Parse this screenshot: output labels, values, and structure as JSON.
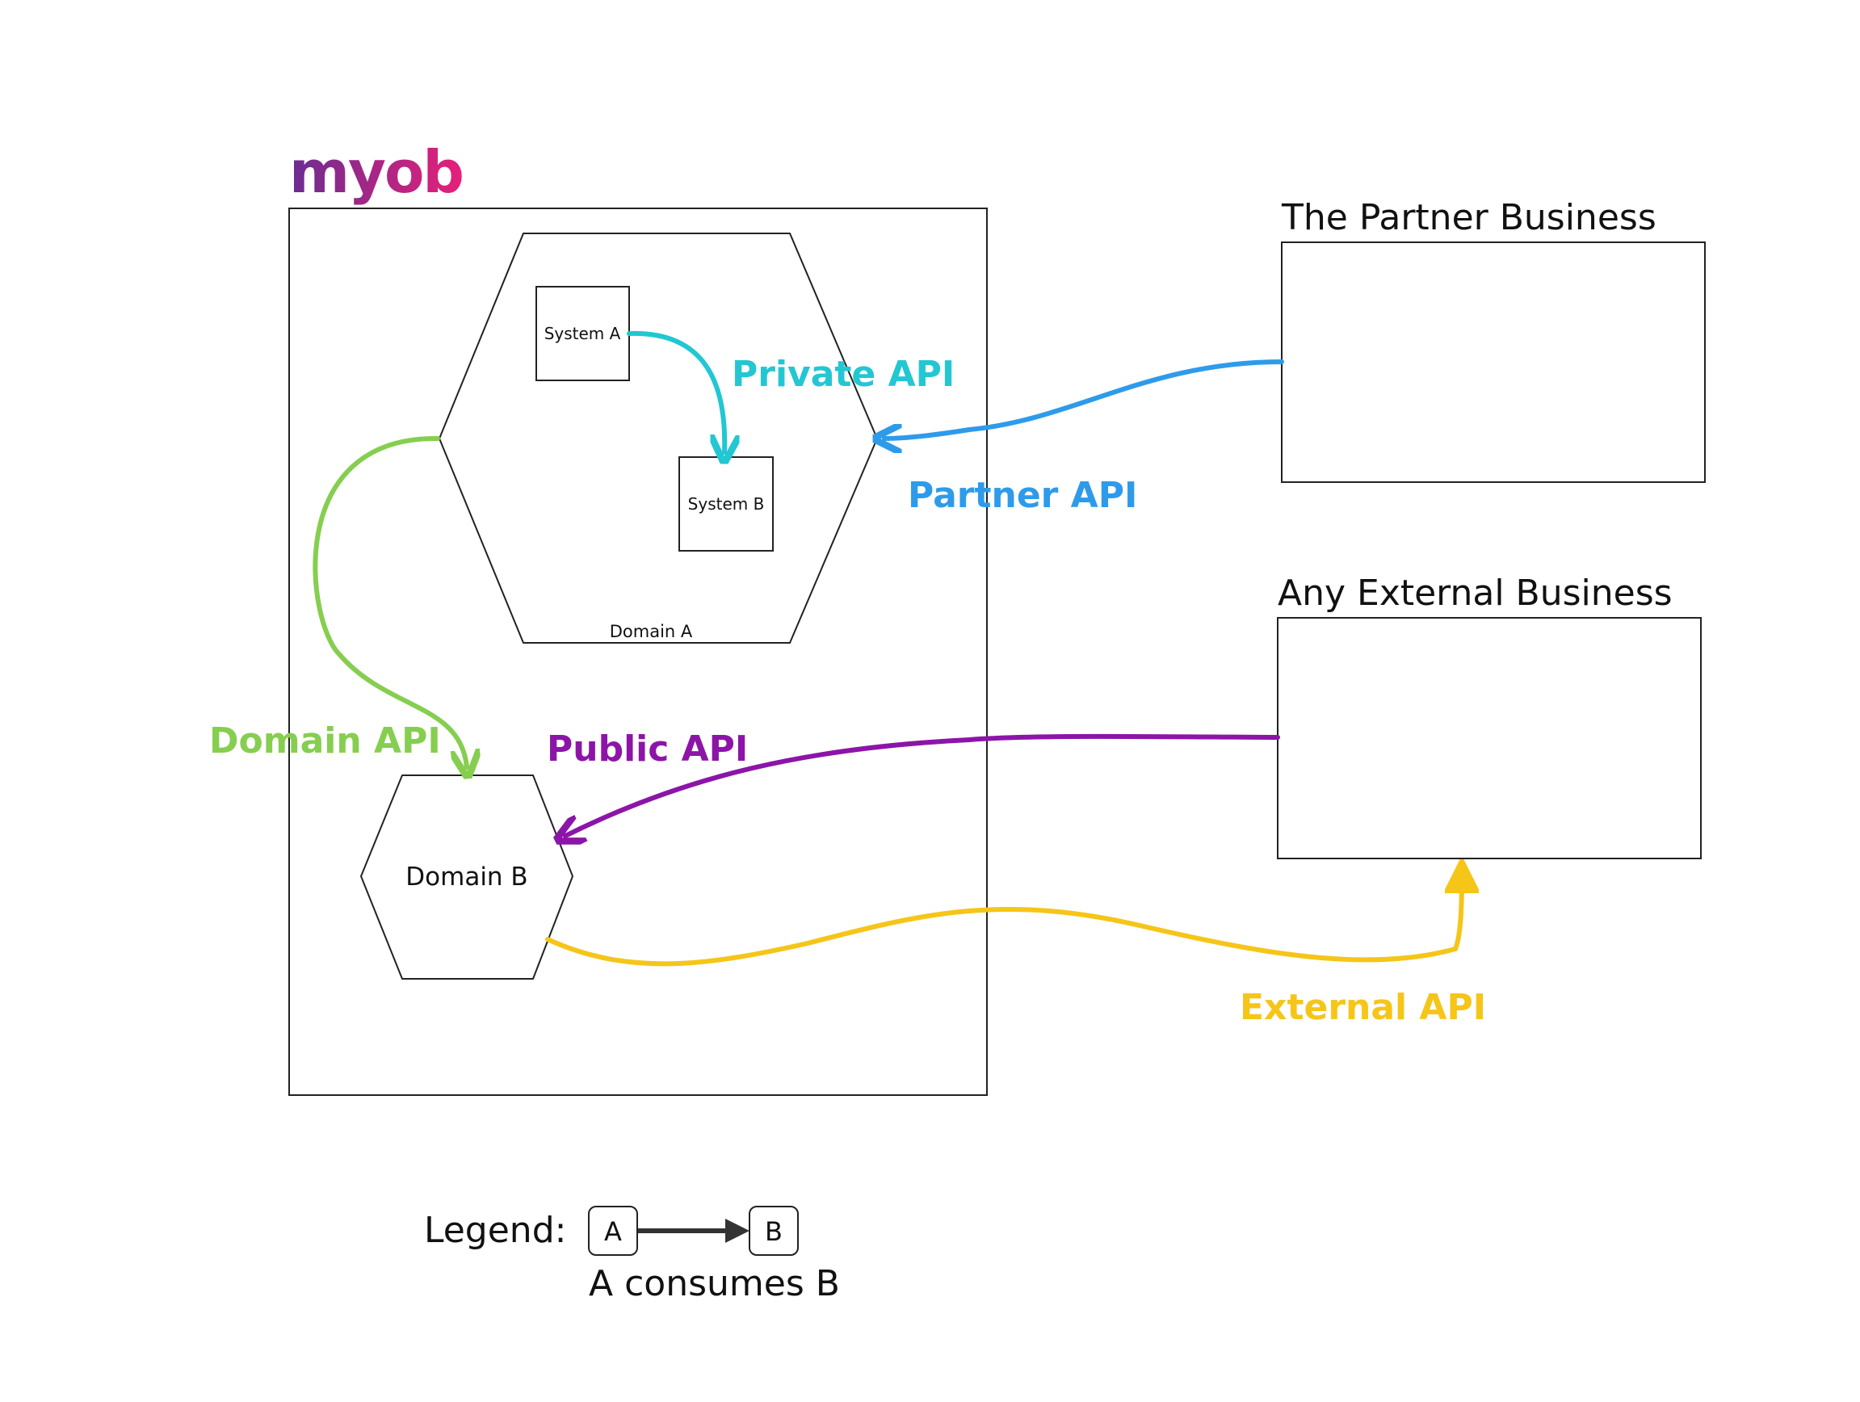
{
  "logo": {
    "text": "myob"
  },
  "domain_a": {
    "label": "Domain A"
  },
  "domain_b": {
    "label": "Domain B"
  },
  "system_a": {
    "label": "System A"
  },
  "system_b": {
    "label": "System B"
  },
  "partner_business": {
    "title": "The Partner Business"
  },
  "external_business": {
    "title": "Any External Business"
  },
  "apis": {
    "private": {
      "label": "Private API",
      "color": "#22C7D2"
    },
    "partner": {
      "label": "Partner API",
      "color": "#2E9BEA"
    },
    "domain": {
      "label": "Domain API",
      "color": "#86CE4F"
    },
    "public": {
      "label": "Public API",
      "color": "#8C15A8"
    },
    "external": {
      "label": "External API",
      "color": "#F5C518"
    }
  },
  "legend": {
    "title": "Legend:",
    "node_a": "A",
    "node_b": "B",
    "caption": "A consumes B"
  },
  "colors": {
    "logo_start": "#6A2D91",
    "logo_end": "#E6207A",
    "stroke": "#222222",
    "text": "#111111"
  }
}
